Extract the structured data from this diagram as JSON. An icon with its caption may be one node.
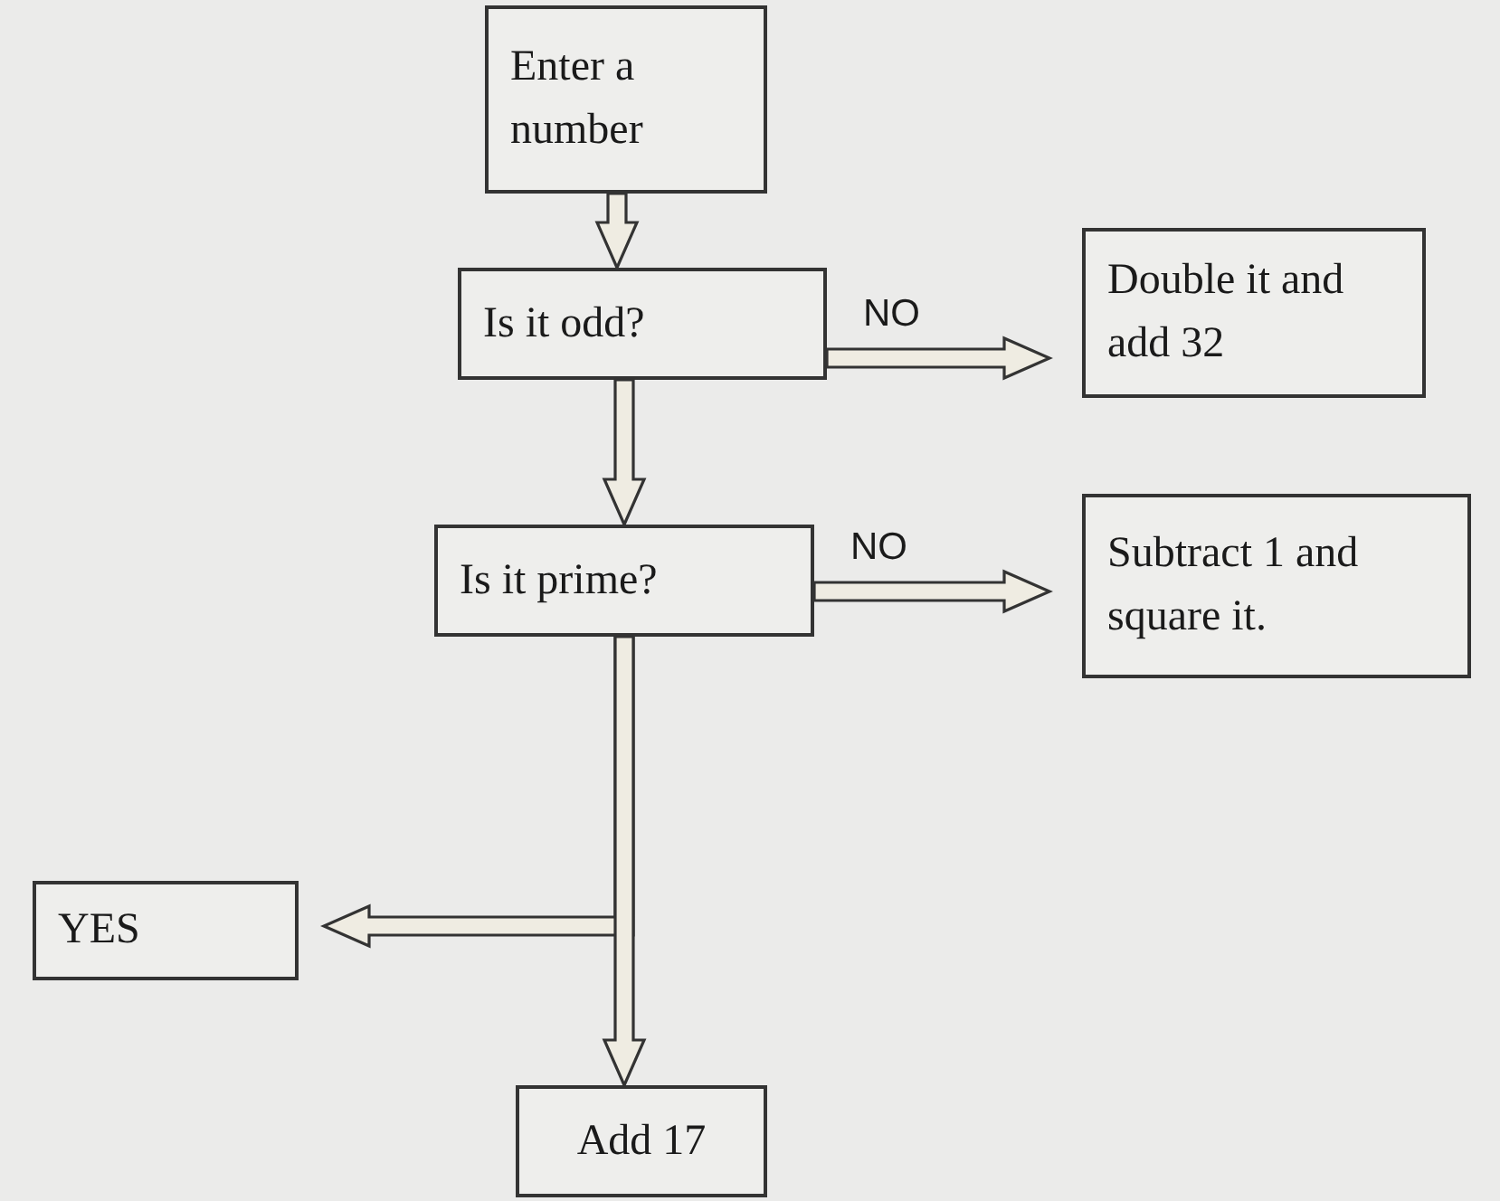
{
  "diagram": {
    "nodes": [
      {
        "text": [
          "Enter a number"
        ]
      },
      {
        "text": [
          "Is it odd?"
        ]
      },
      {
        "text": [
          "Double it and add 32"
        ]
      },
      {
        "text": [
          "Is it prime?"
        ]
      },
      {
        "text": [
          "Subtract 1 and square it."
        ]
      },
      {
        "text": [
          "YES"
        ]
      },
      {
        "text": [
          "Add 17"
        ]
      }
    ],
    "edges": [
      {
        "from": 0,
        "to": 1,
        "arrow": "to"
      },
      {
        "from": 1,
        "to": 2,
        "arrow": "to",
        "label": "NO"
      },
      {
        "from": 1,
        "to": 3,
        "arrow": "to"
      },
      {
        "from": 3,
        "to": 4,
        "arrow": "to",
        "label": "NO"
      },
      {
        "from": 3,
        "to": 5,
        "arrow": "to"
      },
      {
        "from": 3,
        "to": 6,
        "arrow": "to"
      }
    ]
  }
}
